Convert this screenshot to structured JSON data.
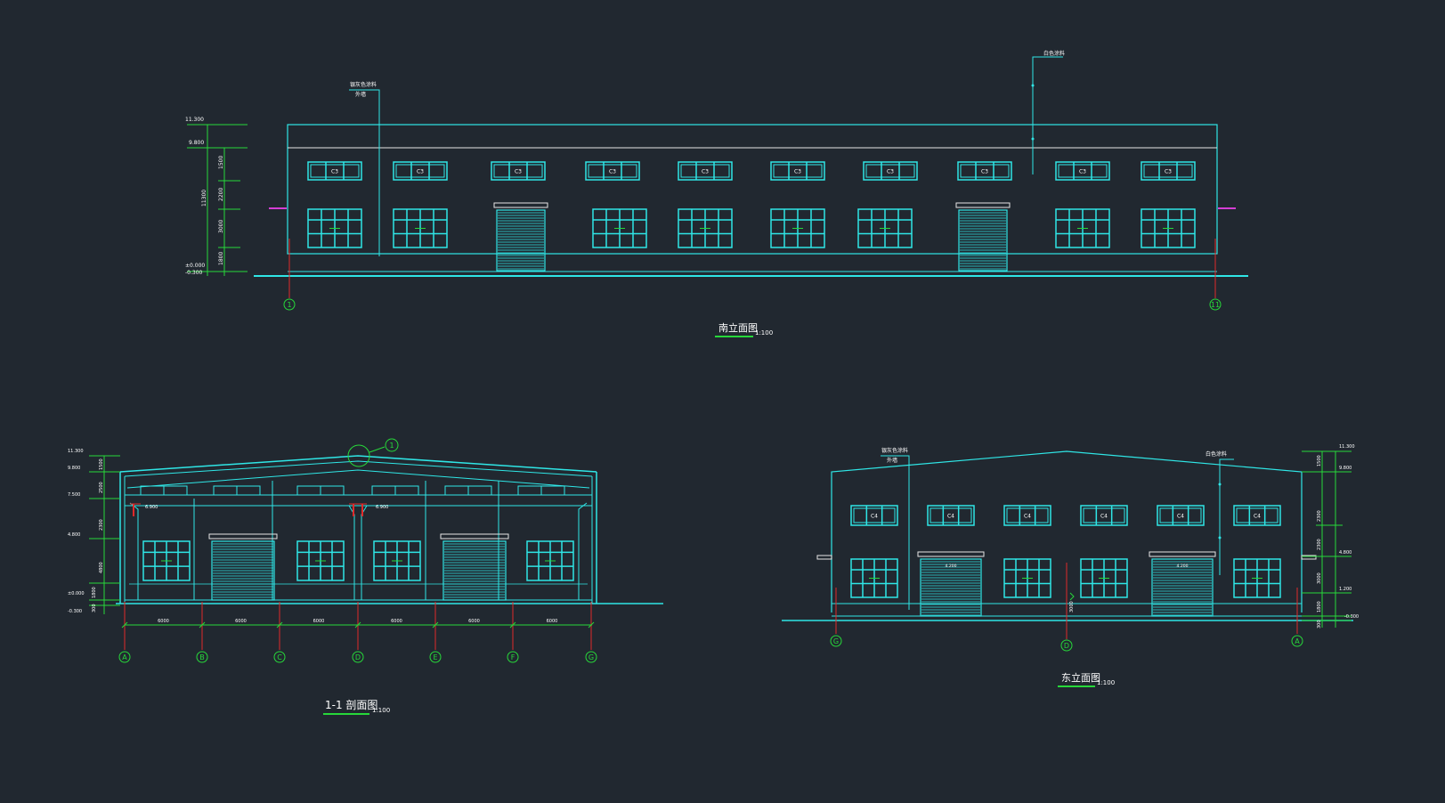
{
  "colors": {
    "background": "#212830",
    "outline": "#2fe6e6",
    "dimension": "#27d83a",
    "axis": "#e02a2a",
    "marker": "#d43fd4",
    "label": "#ffffff"
  },
  "south_elevation": {
    "title": "南立面图",
    "scale": "1:100",
    "window_tag": "C3",
    "axis_start": "1",
    "axis_end": "11",
    "elevations": [
      "11.300",
      "9.800",
      "±0.000",
      "-0.300"
    ],
    "dimensions": [
      "11300",
      "1500",
      "2200",
      "3000",
      "1800"
    ],
    "callout_left": "银灰色涂料",
    "callout_left_sub": "外墙",
    "callout_right": "白色涂料"
  },
  "section": {
    "title": "1-1 剖面图",
    "scale": "1:100",
    "axes": [
      "A",
      "B",
      "C",
      "D",
      "E",
      "F",
      "G"
    ],
    "bays": [
      "6000",
      "6000",
      "6000",
      "6000",
      "6000",
      "6000"
    ],
    "elevations": [
      "11.300",
      "9.800",
      "7.500",
      "4.800",
      "±0.000",
      "-0.300"
    ],
    "dimensions": [
      "1500",
      "2500",
      "2300",
      "4800",
      "1800",
      "300"
    ],
    "beam_level": "6.900",
    "detail_marker": "1"
  },
  "east_elevation": {
    "title": "东立面图",
    "scale": "1:100",
    "window_tag": "C4",
    "axes": [
      "G",
      "D",
      "A"
    ],
    "elevations": [
      "11.300",
      "9.800",
      "4.800",
      "1.200",
      "-0.300"
    ],
    "dimensions": [
      "1500",
      "2300",
      "2300",
      "3000",
      "1800",
      "300"
    ],
    "door_level": "4.200",
    "mid_dimension": "3000",
    "callout_left": "银灰色涂料",
    "callout_left_sub": "外墙",
    "callout_right": "白色涂料"
  }
}
